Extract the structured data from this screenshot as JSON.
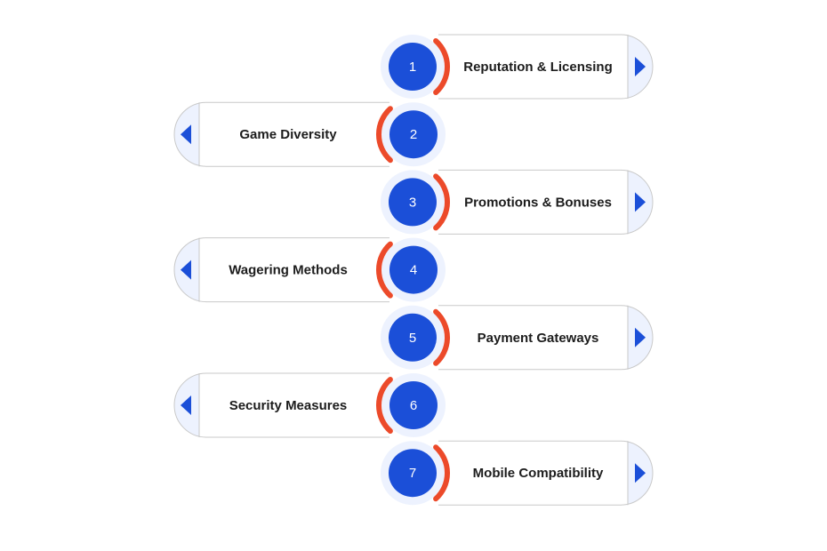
{
  "colors": {
    "circle": "#1b4fd8",
    "circle_ring": "#edf2fe",
    "arc": "#ec4a2a",
    "box_border": "#c9c9c9",
    "tab": "#edf2fe",
    "arrow": "#1b4fd8"
  },
  "icons": {
    "right_arrow": "triangle-right-icon",
    "left_arrow": "triangle-left-icon"
  },
  "steps": [
    {
      "number": "1",
      "label": "Reputation & Licensing",
      "side": "right"
    },
    {
      "number": "2",
      "label": "Game Diversity",
      "side": "left"
    },
    {
      "number": "3",
      "label": "Promotions & Bonuses",
      "side": "right"
    },
    {
      "number": "4",
      "label": "Wagering Methods",
      "side": "left"
    },
    {
      "number": "5",
      "label": "Payment Gateways",
      "side": "right"
    },
    {
      "number": "6",
      "label": "Security Measures",
      "side": "left"
    },
    {
      "number": "7",
      "label": "Mobile Compatibility",
      "side": "right"
    }
  ]
}
